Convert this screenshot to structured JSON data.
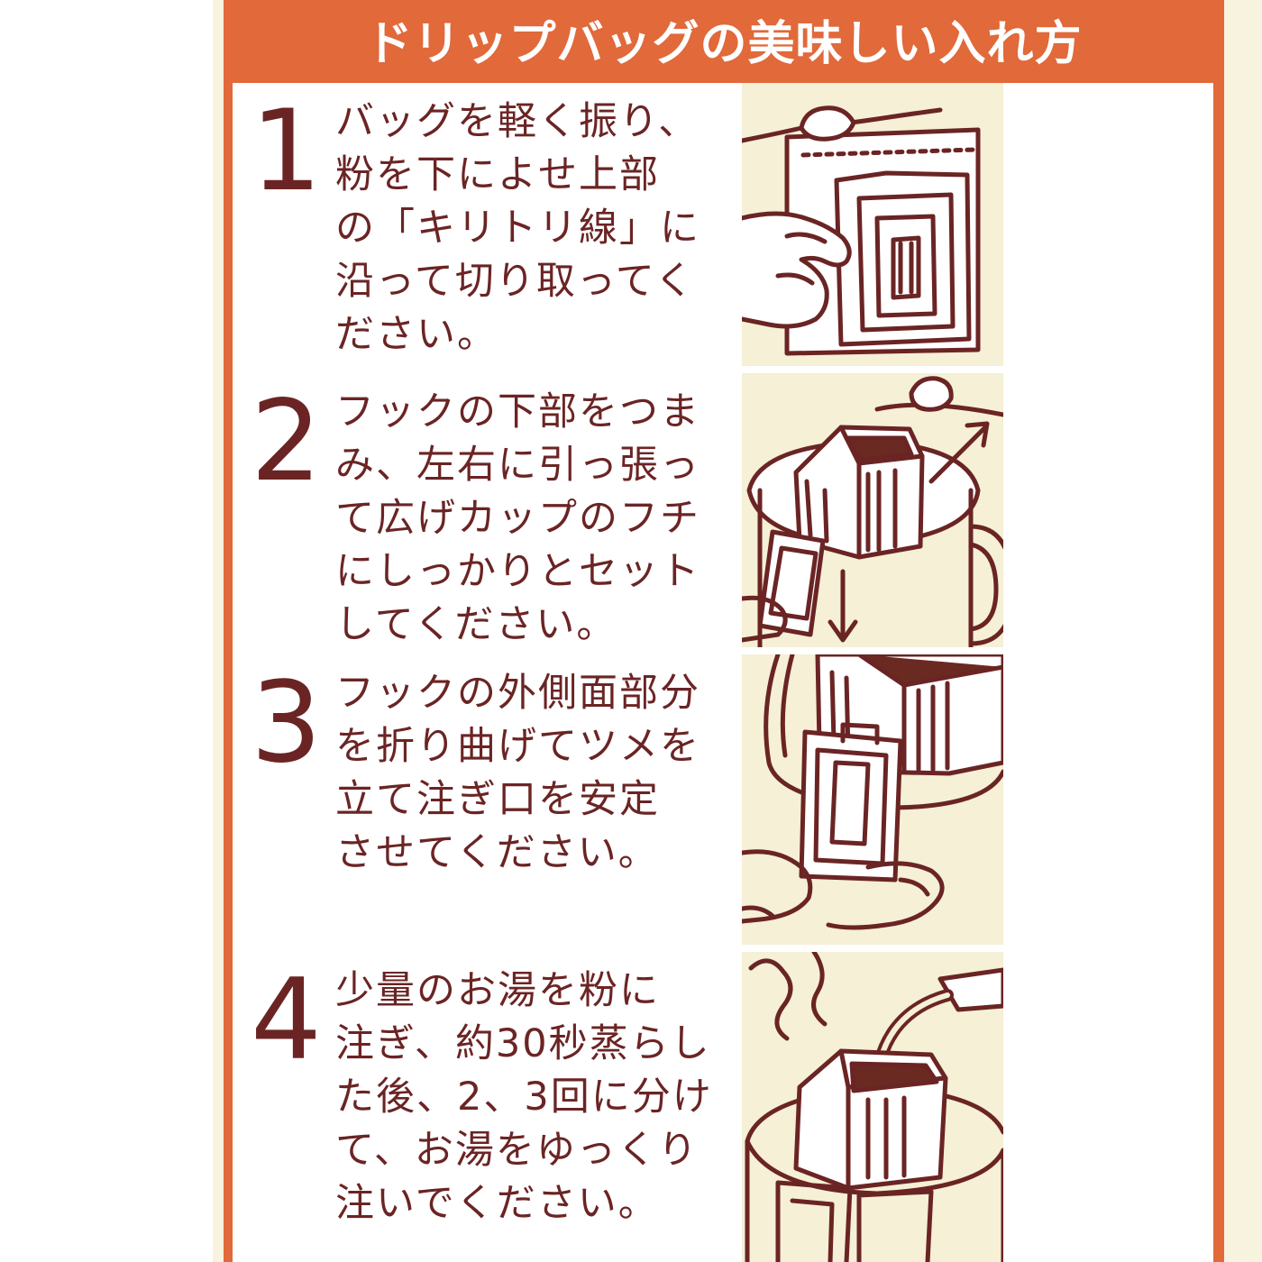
{
  "title": "ドリップバッグの美味しい入れ方",
  "steps": [
    {
      "number": "1",
      "text": "バッグを軽く振り、\n粉を下によせ上部\nの「キリトリ線」に\n沿って切り取ってく\nださい。",
      "illustration_icon": "tear-bag-illustration"
    },
    {
      "number": "2",
      "text": "フックの下部をつま\nみ、左右に引っ張っ\nて広げカップのフチ\nにしっかりとセット\nしてください。",
      "illustration_icon": "hook-on-cup-illustration"
    },
    {
      "number": "3",
      "text": "フックの外側面部分\nを折り曲げてツメを\n立て注ぎ口を安定\nさせてください。",
      "illustration_icon": "fold-hook-illustration"
    },
    {
      "number": "4",
      "text": "少量のお湯を粉に\n注ぎ、約30秒蒸らし\nた後、2、3回に分け\nて、お湯をゆっくり\n注いでください。",
      "illustration_icon": "pour-water-illustration"
    }
  ],
  "colors": {
    "header_orange": "#e1693a",
    "text_brown": "#6b2424",
    "illustration_bg": "#f5f0d6",
    "coffee": "#6a2a22"
  }
}
